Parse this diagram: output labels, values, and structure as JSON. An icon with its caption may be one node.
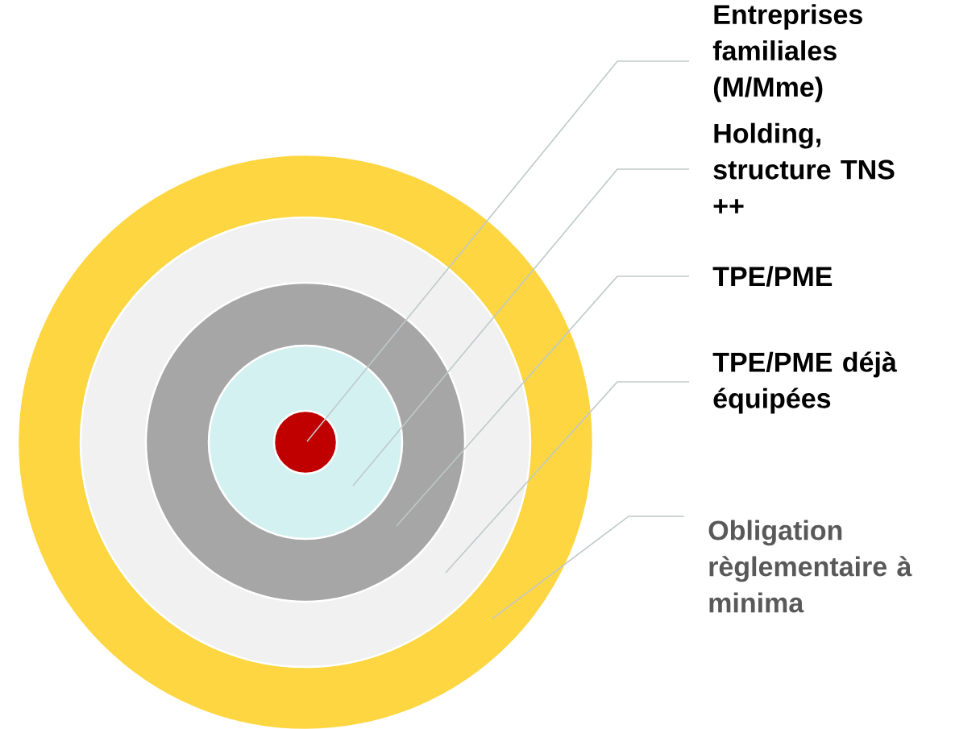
{
  "diagram": {
    "nodes": [
      {
        "text": [
          "Entreprises familiales (M/Mme)"
        ]
      },
      {
        "text": [
          "Holding, structure TNS ++"
        ]
      },
      {
        "text": [
          "TPE/PME"
        ]
      },
      {
        "text": [
          "TPE/PME déjà équipées"
        ]
      },
      {
        "text": [
          "Obligation règlementaire à minima"
        ]
      },
      {
        "text": [],
        "shape": "circle"
      },
      {
        "text": [],
        "shape": "circle",
        "in": 5
      },
      {
        "text": [],
        "shape": "circle",
        "in": 6
      },
      {
        "text": [],
        "shape": "circle",
        "in": 7
      },
      {
        "text": [],
        "shape": "circle",
        "in": 8
      }
    ],
    "edges": [
      {
        "from": 0,
        "to": 9,
        "arrow": "none"
      },
      {
        "from": 1,
        "to": 8,
        "arrow": "none"
      },
      {
        "from": 2,
        "to": 7,
        "arrow": "none"
      },
      {
        "from": 3,
        "to": 6,
        "arrow": "none"
      },
      {
        "from": 4,
        "to": 5,
        "arrow": "none"
      }
    ]
  }
}
